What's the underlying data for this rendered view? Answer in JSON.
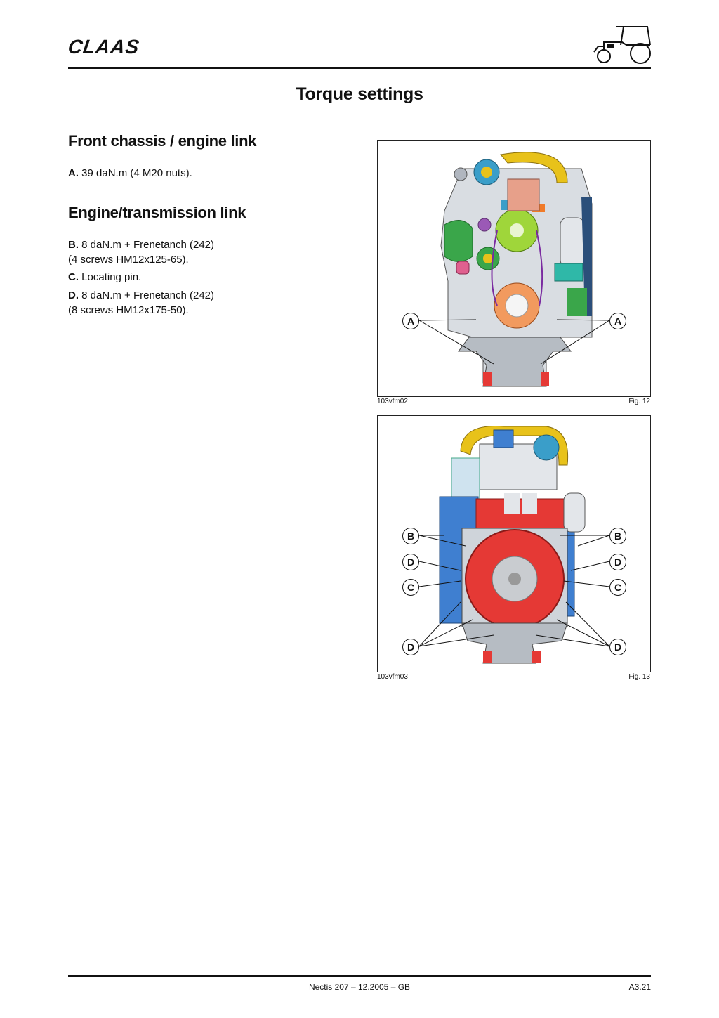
{
  "header": {
    "brand": "CLAAS",
    "tractor_icon": "tractor-icon"
  },
  "page_title": "Torque settings",
  "sections": [
    {
      "heading": "Front chassis / engine link",
      "items": [
        {
          "key": "A.",
          "text": "39 daN.m (4 M20 nuts)."
        }
      ]
    },
    {
      "heading": "Engine/transmission link",
      "items": [
        {
          "key": "B.",
          "line1": "8 daN.m + Frenetanch (242)",
          "line2": "(4 screws HM12x125-65)."
        },
        {
          "key": "C.",
          "text": "Locating pin."
        },
        {
          "key": "D.",
          "line1": "8 daN.m + Frenetanch (242)",
          "line2": "(8 screws HM12x175-50)."
        }
      ]
    }
  ],
  "figures": [
    {
      "ref": "103vfm02",
      "caption": "Fig. 12",
      "callouts": [
        "A",
        "A"
      ]
    },
    {
      "ref": "103vfm03",
      "caption": "Fig. 13",
      "callouts": [
        "B",
        "B",
        "D",
        "D",
        "C",
        "C",
        "D",
        "D"
      ]
    }
  ],
  "footer": {
    "doc": "Nectis 207 – 12.2005 – GB",
    "page": "A3.21"
  },
  "colors": {
    "rule": "#111111",
    "engine_red": "#e53935",
    "engine_blue": "#3f7fd0",
    "engine_green": "#3aa64a",
    "engine_yellow": "#e8c21a",
    "engine_orange": "#f07b2a",
    "engine_purple": "#9b59b6"
  }
}
